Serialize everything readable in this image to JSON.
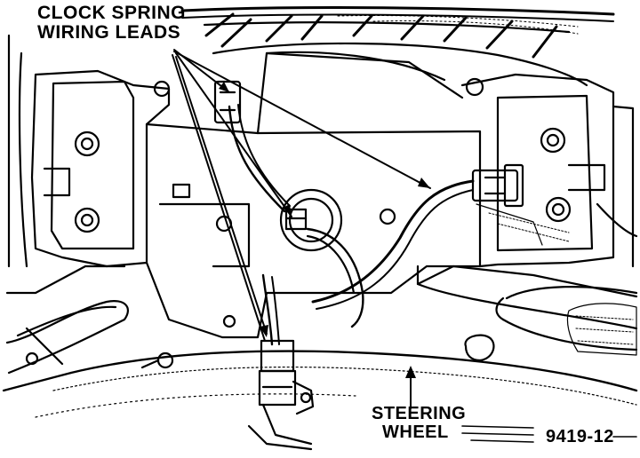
{
  "labels": {
    "clock_spring_line1": "CLOCK SPRING",
    "clock_spring_line2": "WIRING LEADS",
    "steering_line1": "STEERING",
    "steering_line2": "WHEEL",
    "figure_number": "9419-12"
  },
  "colors": {
    "ink": "#000000",
    "paper": "#ffffff"
  }
}
